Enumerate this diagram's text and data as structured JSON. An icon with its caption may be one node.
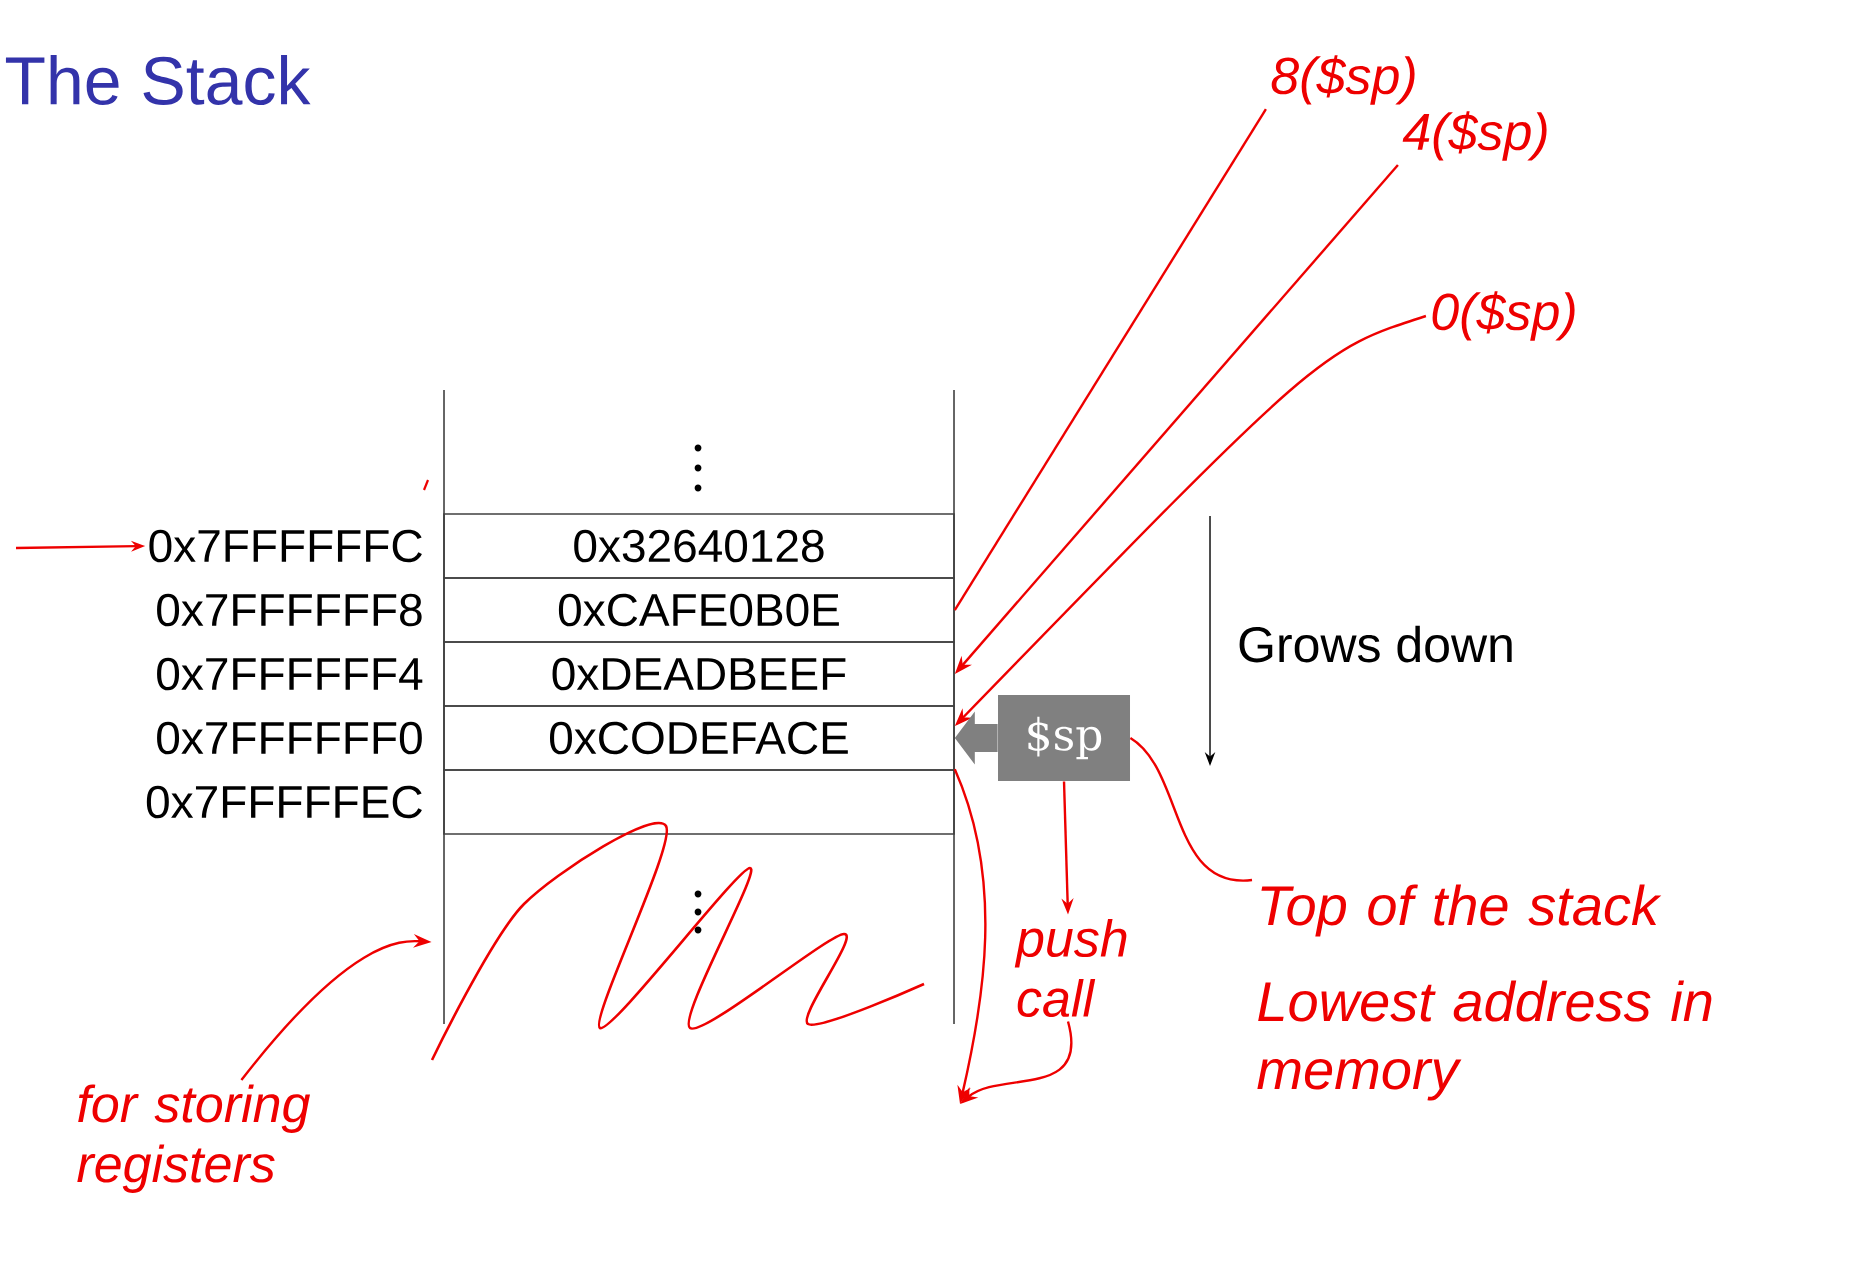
{
  "diagram": {
    "title": "The Stack",
    "nodes": [
      {
        "text": [
          "0x32640128"
        ],
        "beside": [
          "0x7FFFFFFC"
        ]
      },
      {
        "text": [
          "0xCAFE0B0E"
        ],
        "beside": [
          "0x7FFFFFF8"
        ]
      },
      {
        "text": [
          "0xDEADBEEF"
        ],
        "beside": [
          "0x7FFFFFF4"
        ]
      },
      {
        "text": [
          "0xCODEFACE"
        ],
        "beside": [
          "0x7FFFFFF0"
        ]
      },
      {
        "text": [],
        "shape": "box",
        "beside": [
          "0x7FFFFFEC"
        ]
      },
      {
        "text": [
          "$sp"
        ]
      },
      {
        "text": [
          "8($sp)"
        ]
      },
      {
        "text": [
          "4($sp)"
        ]
      },
      {
        "text": [
          "0($sp)"
        ]
      },
      {
        "text": [
          "Top of the stack",
          "Lowest address in memory"
        ]
      },
      {
        "text": [
          "push call"
        ]
      },
      {
        "text": [
          "for storing registers"
        ]
      },
      {
        "text": [],
        "shape": "picture"
      }
    ],
    "edges": [
      {
        "from": null,
        "to": 0,
        "arrow": "to"
      },
      {
        "from": 6,
        "to": 1,
        "arrow": "none"
      },
      {
        "from": 7,
        "to": 2,
        "arrow": "to"
      },
      {
        "from": 8,
        "to": 3,
        "arrow": "to"
      },
      {
        "from": 5,
        "to": 3,
        "arrow": "to",
        "style": "thick",
        "color": "#808080"
      },
      {
        "from": 5,
        "to": 10,
        "arrow": "to"
      },
      {
        "from": 4,
        "to": null,
        "arrow": "to"
      },
      {
        "from": 9,
        "to": 5,
        "arrow": "none"
      },
      {
        "from": 11,
        "to": 12,
        "arrow": "to"
      },
      {
        "from": 10,
        "to": null,
        "arrow": "to"
      }
    ],
    "labels": [
      "Grows down"
    ]
  }
}
